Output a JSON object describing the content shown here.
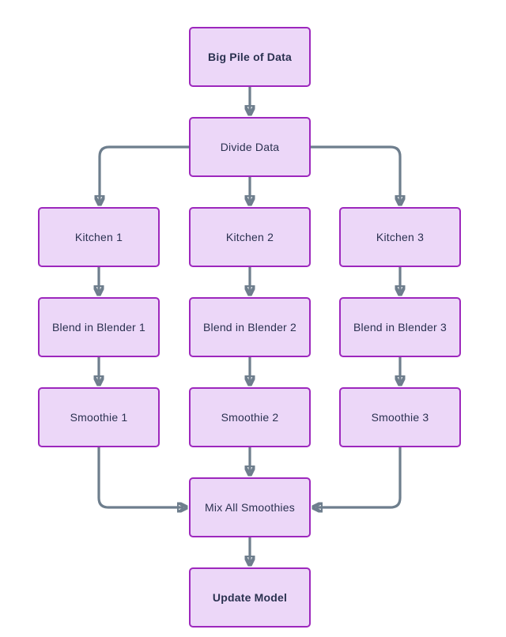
{
  "diagram": {
    "type": "flowchart",
    "colors": {
      "bg": "#ffffff",
      "fill": "#ecd7f8",
      "border": "#9d27bd",
      "text": "#2a3150",
      "arrow": "#6e7e8d"
    },
    "nodes": [
      {
        "id": "big-pile-of-data",
        "label": "Big Pile of Data",
        "emphasis": "bold"
      },
      {
        "id": "divide-data",
        "label": "Divide Data",
        "emphasis": "normal"
      },
      {
        "id": "kitchen-1",
        "label": "Kitchen 1",
        "emphasis": "normal"
      },
      {
        "id": "kitchen-2",
        "label": "Kitchen 2",
        "emphasis": "normal"
      },
      {
        "id": "kitchen-3",
        "label": "Kitchen 3",
        "emphasis": "normal"
      },
      {
        "id": "blend-in-blender-1",
        "label": "Blend in Blender 1",
        "emphasis": "normal"
      },
      {
        "id": "blend-in-blender-2",
        "label": "Blend in Blender 2",
        "emphasis": "normal"
      },
      {
        "id": "blend-in-blender-3",
        "label": "Blend in Blender 3",
        "emphasis": "normal"
      },
      {
        "id": "smoothie-1",
        "label": "Smoothie 1",
        "emphasis": "normal"
      },
      {
        "id": "smoothie-2",
        "label": "Smoothie 2",
        "emphasis": "normal"
      },
      {
        "id": "smoothie-3",
        "label": "Smoothie 3",
        "emphasis": "normal"
      },
      {
        "id": "mix-all-smoothies",
        "label": "Mix All Smoothies",
        "emphasis": "normal"
      },
      {
        "id": "update-model",
        "label": "Update Model",
        "emphasis": "bold"
      }
    ],
    "edges": [
      {
        "from": "big-pile-of-data",
        "to": "divide-data"
      },
      {
        "from": "divide-data",
        "to": "kitchen-1"
      },
      {
        "from": "divide-data",
        "to": "kitchen-2"
      },
      {
        "from": "divide-data",
        "to": "kitchen-3"
      },
      {
        "from": "kitchen-1",
        "to": "blend-in-blender-1"
      },
      {
        "from": "kitchen-2",
        "to": "blend-in-blender-2"
      },
      {
        "from": "kitchen-3",
        "to": "blend-in-blender-3"
      },
      {
        "from": "blend-in-blender-1",
        "to": "smoothie-1"
      },
      {
        "from": "blend-in-blender-2",
        "to": "smoothie-2"
      },
      {
        "from": "blend-in-blender-3",
        "to": "smoothie-3"
      },
      {
        "from": "smoothie-1",
        "to": "mix-all-smoothies"
      },
      {
        "from": "smoothie-2",
        "to": "mix-all-smoothies"
      },
      {
        "from": "smoothie-3",
        "to": "mix-all-smoothies"
      },
      {
        "from": "mix-all-smoothies",
        "to": "update-model"
      }
    ]
  }
}
